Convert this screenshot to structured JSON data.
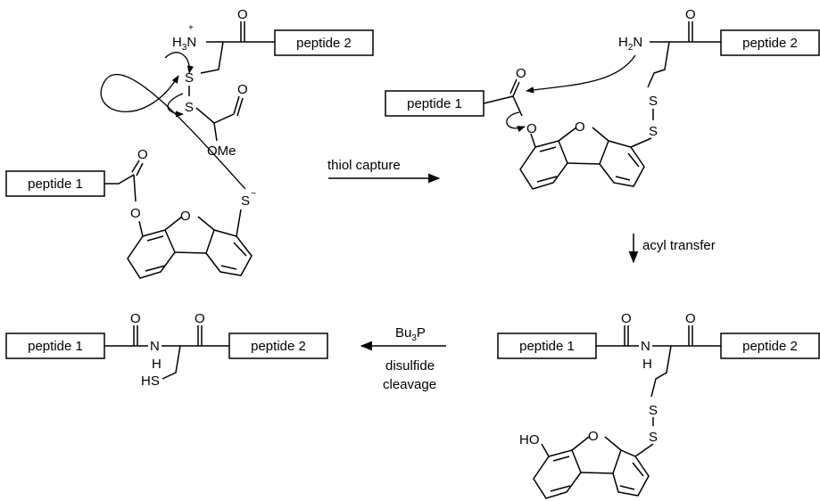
{
  "labels": {
    "peptide_1": "peptide 1",
    "peptide_2": "peptide 2",
    "thiol_capture": "thiol capture",
    "acyl_transfer": "acyl transfer",
    "bu3p_base": "Bu",
    "bu3p_sub": "3",
    "bu3p_tail": "P",
    "disulfide": "disulfide",
    "cleavage": "cleavage"
  },
  "atoms": {
    "O": "O",
    "S": "S",
    "H": "H",
    "N": "N",
    "HS": "HS",
    "HO": "HO",
    "OMe": "OMe",
    "H3N_base": "H",
    "H3N_sub": "3",
    "H3N_tail": "N",
    "H2N_base": "H",
    "H2N_sub": "2",
    "H2N_tail": "N",
    "plus": "+",
    "minus": "−"
  }
}
